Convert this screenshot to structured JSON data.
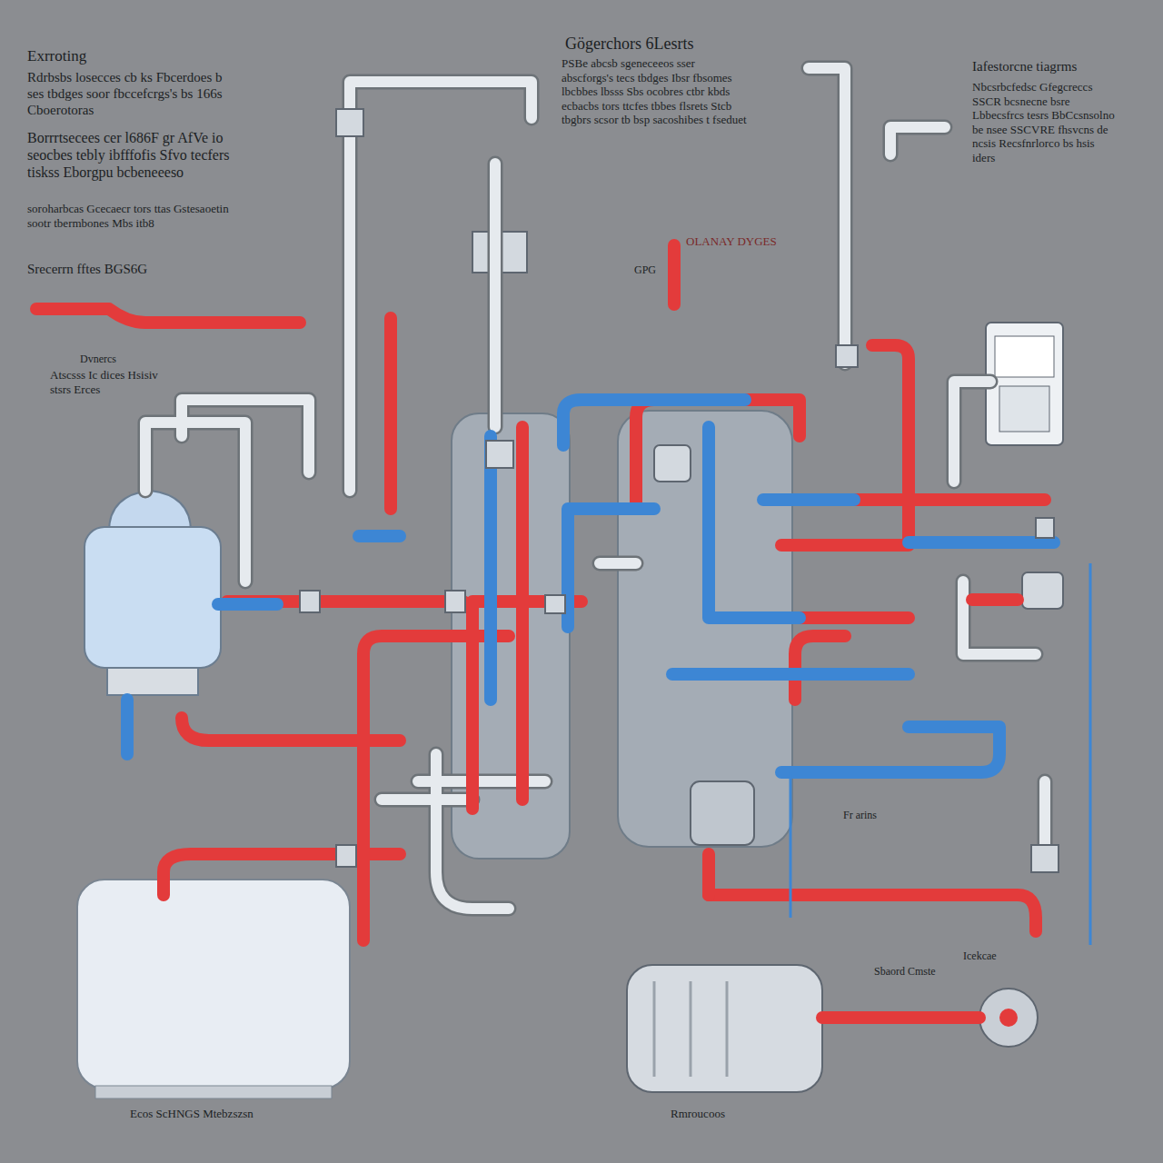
{
  "diagram": {
    "title": "Exrroting",
    "labels": [
      "Gögerchors 6Lesrts",
      "Rdrbsbs losecces cb ks Fbcerdoes b ses tbdges soor fbccefcrgs's bs 166s Cboerotoras",
      "Borrrtsecees cer l686F gr AfVe io seocbes tebly ibfffofis Sfvo tecfers tiskss Eborgpu bcbeneeeso",
      "soroharbcas Gcecaecr tors ttas Gstesaoetin sootr tbermbones Mbs itb8",
      "Srecerrn fftes BGS6G",
      "Dvnercs",
      "Atscsss Ic dices Hsisiv stsrs Erces",
      "PSBe abcsb sgeneceeos sser abscforgs's tecs tbdges Ibsr fbsomes lbcbbes lbsss Sbs ocobres ctbr kbds ecbacbs tors ttcfes tbbes flsrets Stcb tbgbrs scsor tb bsp sacoshibes t fseduet",
      "Iafestorcne tiagrms",
      "Nbcsrbcfedsc Gfegcreccs SSCR bcsnecne bsre Lbbecsfrcs tesrs BbCcsnsolno be nsee SSCVRE fhsvcns de ncsis Recsfnrlorco bs hsis iders",
      "OLANAY DYGES",
      "GPG",
      "Fr arins",
      "Icekcae",
      "Sbaord Cmste",
      "Ecos ScHNGS Mtebzszsn",
      "Rmroucoos"
    ]
  }
}
